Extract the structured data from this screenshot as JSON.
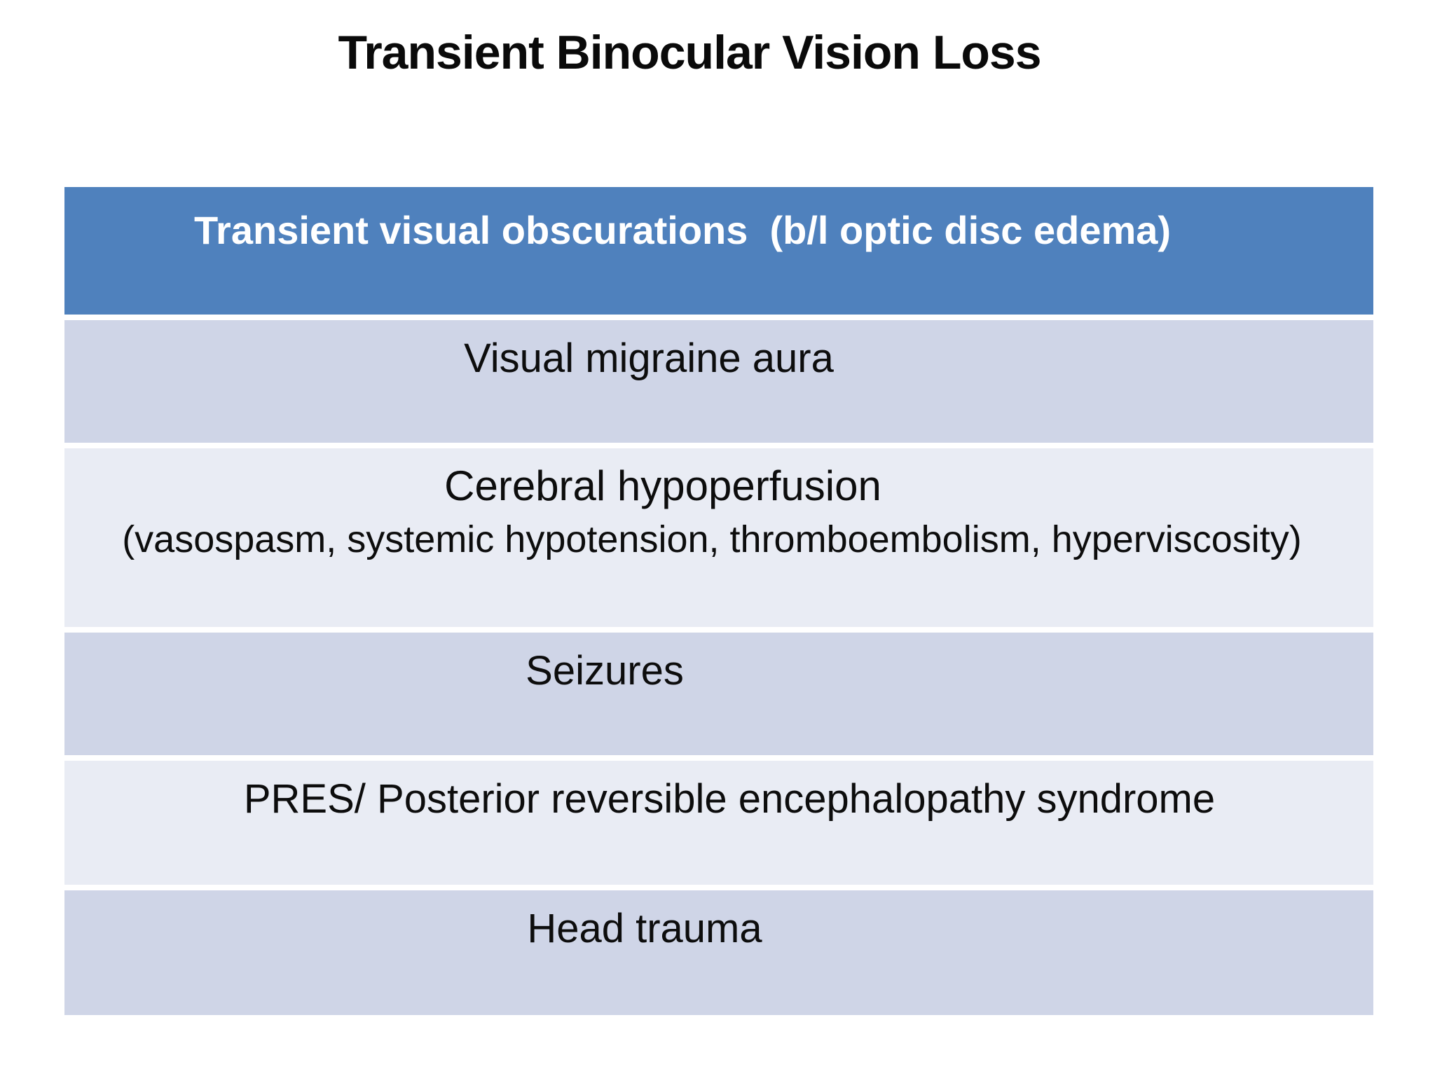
{
  "slide": {
    "title": "Transient Binocular Vision Loss"
  },
  "table": {
    "header": {
      "label": "Transient visual obscurations  (b/l optic disc edema)"
    },
    "rows": [
      {
        "label": "Visual migraine aura"
      },
      {
        "label": "Cerebral hypoperfusion",
        "sublabel": "(vasospasm, systemic hypotension, thromboembolism, hyperviscosity)"
      },
      {
        "label": "Seizures"
      },
      {
        "label": "PRES/ Posterior reversible encephalopathy syndrome"
      },
      {
        "label": "Head trauma"
      }
    ],
    "colors": {
      "header_bg": "#4f81bd",
      "header_text": "#ffffff",
      "band_dark": "#cfd5e7",
      "band_light": "#e9ecf4",
      "body_text": "#0d0d0d",
      "gap": "#ffffff"
    }
  }
}
